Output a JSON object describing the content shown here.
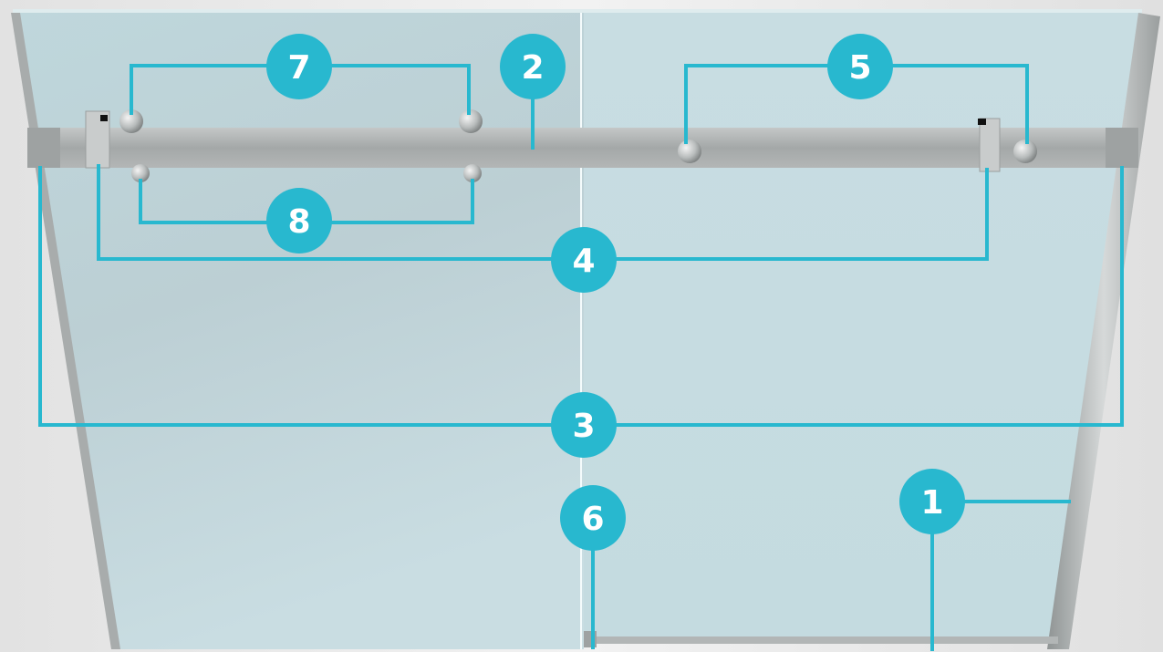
{
  "colors": {
    "accent": "#28b8cf",
    "glass": "#c3dbe1",
    "rail": "#a9adad",
    "frame": "#b9bcbc",
    "background": "#ececec"
  },
  "callouts": [
    {
      "id": "callout-1",
      "label": "1"
    },
    {
      "id": "callout-2",
      "label": "2"
    },
    {
      "id": "callout-3",
      "label": "3"
    },
    {
      "id": "callout-4",
      "label": "4"
    },
    {
      "id": "callout-5",
      "label": "5"
    },
    {
      "id": "callout-6",
      "label": "6"
    },
    {
      "id": "callout-7",
      "label": "7"
    },
    {
      "id": "callout-8",
      "label": "8"
    }
  ]
}
